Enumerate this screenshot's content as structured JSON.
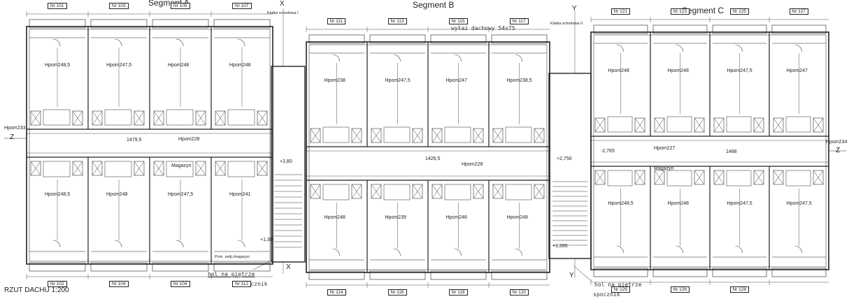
{
  "segments": [
    "Segment A",
    "Segment B",
    "Segment C"
  ],
  "caption": "RZUT DACHU 1:200",
  "stair_labels": [
    "Klatka schodowa I",
    "Klatka schodowa II"
  ],
  "roof_exit": "wyłaz dachowy 54x75",
  "notes": {
    "hall_left": "hol na piętrze",
    "well_left": "spocznik",
    "hall_right": "hol na piętrze",
    "well_right": "spocznik",
    "storage": "Pom. zedj./magazyn"
  },
  "axes": {
    "z_left": "Z",
    "z_right": "Z",
    "x_top": "X",
    "x_bottom": "X",
    "y_top": "Y",
    "y_bottom": "Y"
  },
  "levels": {
    "left_hpom": "Hpom233",
    "right_hpom": "Hpom234",
    "corridor_a": "Hpom228",
    "corridor_b": "Hpom228",
    "corridor_c": "Hpom227",
    "elev_a1": "+2,80",
    "elev_a2": "+1,39",
    "elev_b1": "+2,750",
    "elev_b2": "+1,395",
    "elev_c1": "-2,765"
  },
  "corridor_lengths": {
    "a": "1479,5",
    "b": "1426,5",
    "c": "1488"
  },
  "storage_a": "Magazyn",
  "storage_c": "Magazyn",
  "rooms_top": [
    "Nr 101",
    "Nr 103",
    "Nr 105",
    "Nr 107",
    "Nr 111",
    "Nr 113",
    "Nr 115",
    "Nr 117",
    "Nr 121",
    "Nr 123",
    "Nr 125",
    "Nr 127"
  ],
  "rooms_bottom": [
    "Nr 102",
    "Nr 104",
    "Nr 104",
    "Nr 112",
    "Nr 114",
    "Nr 116",
    "Nr 118",
    "Nr 120",
    "Nr 126",
    "Nr 126",
    "Nr 128"
  ],
  "heights_top": [
    "Hpom248,5",
    "Hpom247,5",
    "Hpom248",
    "Hpom248",
    "Hpom238",
    "Hpom247,5",
    "Hpom247",
    "Hpom238,5",
    "Hpom248",
    "Hpom248",
    "Hpom247,5",
    "Hpom247"
  ],
  "heights_bottom": [
    "Hpom248,5",
    "Hpom248",
    "Hpom247,5",
    "Hpom241",
    "Hpom248",
    "Hpom239",
    "Hpom248",
    "Hpom248",
    "Hpom248,5",
    "Hpom248",
    "Hpom247,5",
    "Hpom247,5"
  ]
}
